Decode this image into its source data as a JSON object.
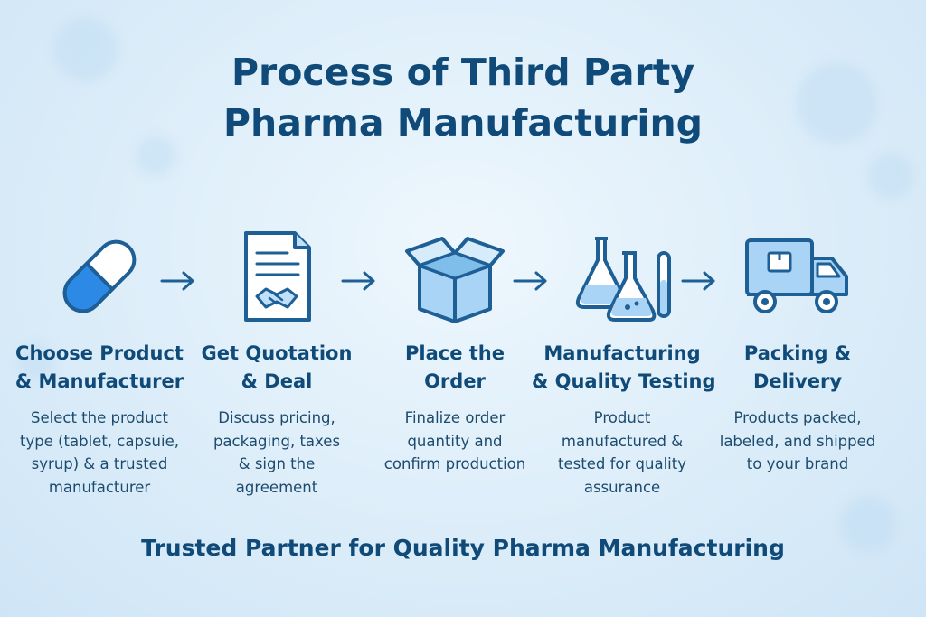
{
  "title_lines": [
    "Process of Third Party",
    "Pharma Manufacturing"
  ],
  "steps": [
    {
      "icon": "capsule-icon",
      "title_lines": [
        "Choose Product",
        "& Manufacturer"
      ],
      "desc_lines": [
        "Select the product",
        "type (tablet, capsuie,",
        "syrup) & a trusted",
        "manufacturer"
      ]
    },
    {
      "icon": "contract-document-icon",
      "title_lines": [
        "Get Quotation",
        "& Deal"
      ],
      "desc_lines": [
        "Discuss pricing,",
        "packaging, taxes",
        "& sign the",
        "agreement"
      ]
    },
    {
      "icon": "open-box-icon",
      "title_lines": [
        "Place the",
        "Order"
      ],
      "desc_lines": [
        "Finalize order",
        "quantity and",
        "confirm production"
      ]
    },
    {
      "icon": "lab-flasks-icon",
      "title_lines": [
        "Manufacturing",
        "& Quality Testing"
      ],
      "desc_lines": [
        "Product",
        "manufactured &",
        "tested for quality",
        "assurance"
      ]
    },
    {
      "icon": "delivery-truck-icon",
      "title_lines": [
        "Packing &",
        "Delivery"
      ],
      "desc_lines": [
        "Products packed,",
        "labeled, and shipped",
        "to your brand"
      ]
    }
  ],
  "tagline": "Trusted Partner for Quality Pharma Manufacturing",
  "colors": {
    "primary_text": "#0f4a78",
    "icon_stroke": "#1e5f96",
    "icon_fill_light": "#bfe0f8",
    "icon_fill_accent": "#2c8ae6"
  }
}
